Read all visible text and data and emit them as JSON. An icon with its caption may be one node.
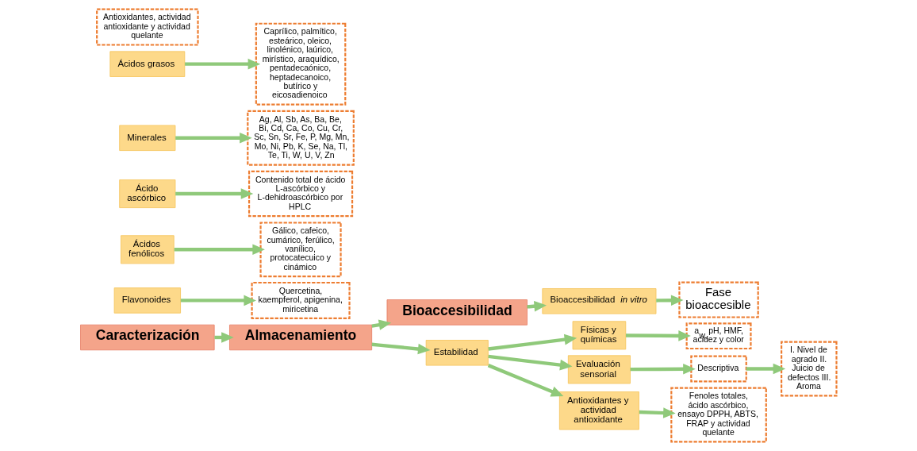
{
  "diagram": {
    "nodes": [
      {
        "text": [
          "Caracterización"
        ]
      },
      {
        "text": [
          "Almacenamiento"
        ]
      },
      {
        "text": [
          "Bioaccesibilidad"
        ]
      },
      {
        "text": [
          "Flavonoides"
        ]
      },
      {
        "text": [
          "Quercetina, kaempferol, apigenina, miricetina"
        ]
      },
      {
        "text": [
          "Ácidos fenólicos"
        ]
      },
      {
        "text": [
          "Gálico, cafeico, cumárico, ferúlico, vanílico, protocatecuico y cinámico"
        ]
      },
      {
        "text": [
          "Ácido ascórbico"
        ]
      },
      {
        "text": [
          "Contenido total de ácido L-ascórbico y L-dehidroascórbico por HPLC"
        ]
      },
      {
        "text": [
          "Minerales"
        ]
      },
      {
        "text": [
          "Ag, Al, Sb, As, Ba, Be, Bi, Cd, Ca, Co, Cu, Cr, Sc, Sn, Sr, Fe, P, Mg, Mn, Mo, Ni, Pb, K, Se, Na, Tl, Te, Ti, W, U, V, Zn"
        ]
      },
      {
        "text": [
          "Ácidos grasos"
        ]
      },
      {
        "text": [
          "Caprílico, palmítico, esteárico, oleico, linolénico, laúrico, mirístico, araquídico, pentadecaónico, heptadecanoico, butírico y eicosadienoico"
        ]
      },
      {
        "text": [
          "Estabilidad"
        ]
      },
      {
        "text": [
          "Físicas y químicas"
        ]
      },
      {
        "text": [
          "Evaluación sensorial"
        ]
      },
      {
        "text": [
          "Antioxidantes y actividad antioxidante"
        ]
      },
      {
        "text": [
          "a$_{w,}$ pH, HMF, acidez y color"
        ]
      },
      {
        "text": [
          "Descriptiva"
        ]
      },
      {
        "text": [
          "I. Nivel de agrado II. Juicio de defectos III. Aroma"
        ]
      },
      {
        "text": [
          "Fenoles totales, ácido ascórbico, ensayo DPPH, ABTS, FRAP y actividad quelante"
        ]
      },
      {
        "text": [
          "Bioaccesibilidad *in vitro*"
        ]
      },
      {
        "text": [
          "Fase bioaccesible"
        ]
      },
      {
        "text": [
          "Antioxidantes, actividad antioxidante y actividad quelante"
        ]
      }
    ],
    "edges": [
      {
        "from": 0,
        "to": 1,
        "arrow": "to"
      },
      {
        "from": 1,
        "to": 2,
        "arrow": "to"
      },
      {
        "from": 3,
        "to": 4,
        "arrow": "to"
      },
      {
        "from": 5,
        "to": 6,
        "arrow": "to"
      },
      {
        "from": 7,
        "to": 8,
        "arrow": "to"
      },
      {
        "from": 9,
        "to": 10,
        "arrow": "to"
      },
      {
        "from": 11,
        "to": 12,
        "arrow": "to"
      },
      {
        "from": 1,
        "to": 13,
        "arrow": "to"
      },
      {
        "from": 13,
        "to": 14,
        "arrow": "to"
      },
      {
        "from": 13,
        "to": 15,
        "arrow": "to"
      },
      {
        "from": 13,
        "to": 16,
        "arrow": "to"
      },
      {
        "from": 14,
        "to": 17,
        "arrow": "to"
      },
      {
        "from": 15,
        "to": 18,
        "arrow": "to"
      },
      {
        "from": 18,
        "to": 19,
        "arrow": "to"
      },
      {
        "from": 16,
        "to": 20,
        "arrow": "to"
      },
      {
        "from": 2,
        "to": 21,
        "arrow": "to"
      },
      {
        "from": 21,
        "to": 22,
        "arrow": "to"
      }
    ]
  }
}
